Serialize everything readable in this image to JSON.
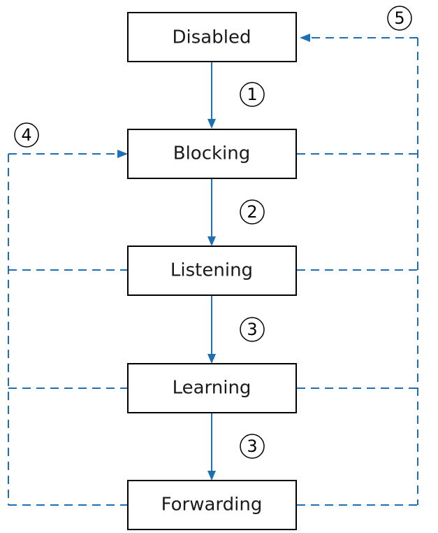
{
  "diagram": {
    "states": {
      "disabled": "Disabled",
      "blocking": "Blocking",
      "listening": "Listening",
      "learning": "Learning",
      "forwarding": "Forwarding"
    },
    "transitions": {
      "t1": "1",
      "t2": "2",
      "t3a": "3",
      "t3b": "3",
      "t4": "4",
      "t5": "5"
    },
    "colors": {
      "arrow": "#1f6fb5",
      "box_border": "#000000"
    }
  }
}
